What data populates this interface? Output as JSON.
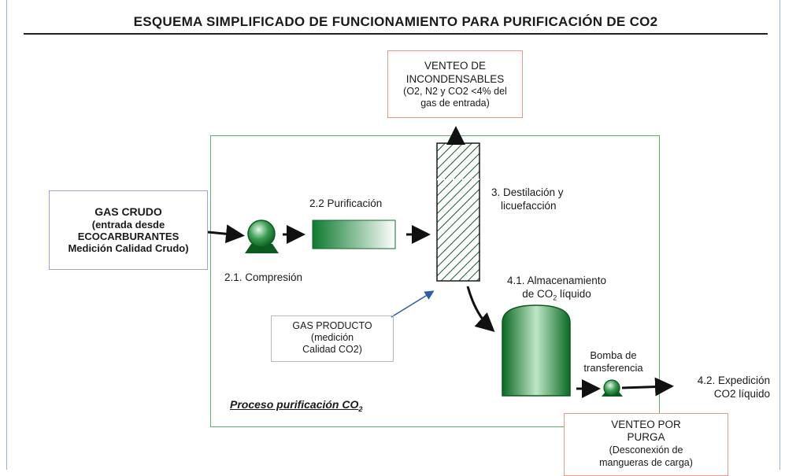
{
  "title": "ESQUEMA SIMPLIFICADO DE FUNCIONAMIENTO PARA PURIFICACIÓN DE CO2",
  "gas_crudo": {
    "line1": "GAS CRUDO",
    "line2": "(entrada desde",
    "line3": "ECOCARBURANTES",
    "line4": "Medición Calidad Crudo)"
  },
  "venteo_incondensables": {
    "line1": "VENTEO DE",
    "line2": "INCONDENSABLES",
    "line3": "(O2, N2 y CO2 <4% del",
    "line4": "gas de entrada)"
  },
  "steps": {
    "compresion": "2.1. Compresión",
    "purificacion": "2.2 Purificación",
    "destilacion_1": "3. Destilación y",
    "destilacion_2": "licuefacción",
    "almacenamiento_1": "4.1. Almacenamiento",
    "almacenamiento_2a": "de CO",
    "almacenamiento_2sub": "2",
    "almacenamiento_2b": " líquido",
    "bomba_1": "Bomba de",
    "bomba_2": "transferencia",
    "expedicion_1": "4.2. Expedición",
    "expedicion_2": "CO2 líquido"
  },
  "gas_producto": {
    "line1": "GAS PRODUCTO",
    "line2": "(medición",
    "line3": "Calidad CO2)"
  },
  "proceso_label": "Proceso purificación CO",
  "proceso_sub": "2",
  "venteo_purga": {
    "line1": "VENTEO POR",
    "line2": "PURGA",
    "line3": "(Desconexión de",
    "line4": "mangueras de carga)"
  },
  "colors": {
    "process_border": "#5fae6e",
    "vent_border": "#e59a8c",
    "input_border": "#a9a0d8",
    "producto_border": "#b8b8b8",
    "equipment_green": "#1f8a3a"
  }
}
